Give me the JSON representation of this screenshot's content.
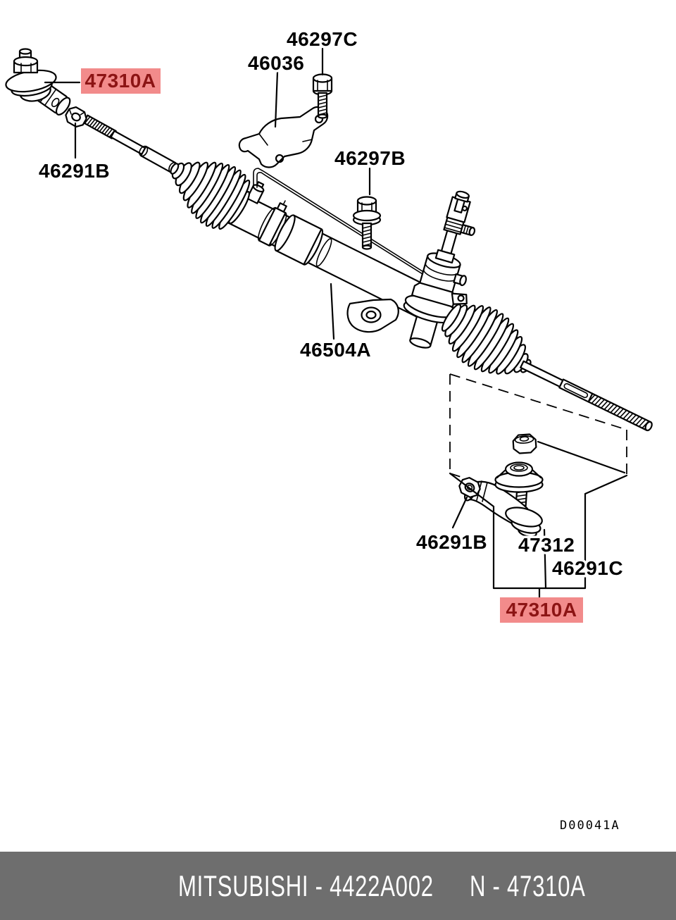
{
  "diagram": {
    "code": "D00041A",
    "highlight_bg": "#f28b8b",
    "highlight_fg": "#8c1414",
    "line_color": "#000000",
    "labels": {
      "p47310a_top": "47310A",
      "p46297c": "46297C",
      "p46036": "46036",
      "p46291b_top": "46291B",
      "p46297b": "46297B",
      "p46504a": "46504A",
      "p46291b_bottom": "46291B",
      "p47312": "47312",
      "p46291c": "46291C",
      "p47310a_bottom": "47310A"
    }
  },
  "footer": {
    "bg": "#6e6e6e",
    "left_text": "MITSUBISHI - 4422A002",
    "right_text": "N - 47310A"
  }
}
